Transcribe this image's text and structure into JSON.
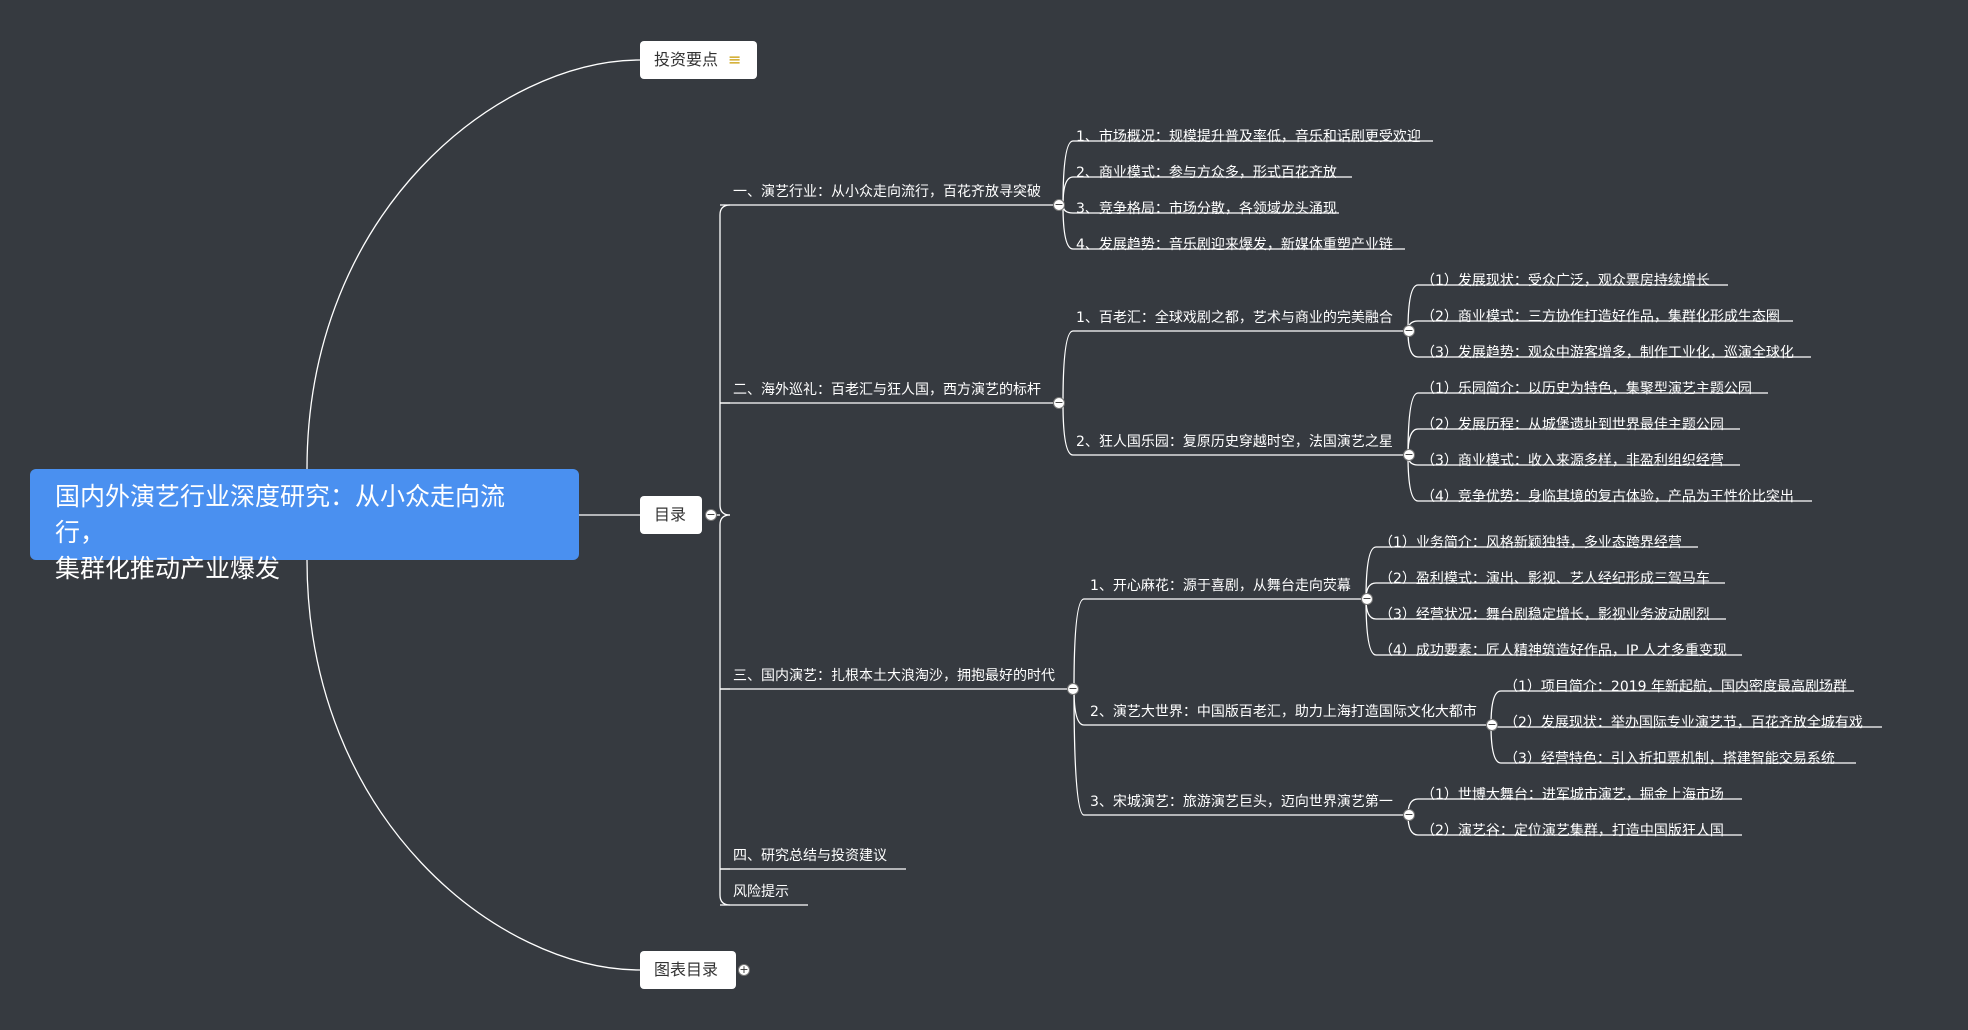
{
  "root": {
    "line1": "国内外演艺行业深度研究：从小众走向流行，",
    "line2": "集群化推动产业爆发"
  },
  "level1": {
    "investment": "投资要点",
    "notes_icon": "notes-icon",
    "toc": "目录",
    "charts": "图表目录"
  },
  "sections": {
    "s1": {
      "label": "一、演艺行业：从小众走向流行，百花齐放寻突破",
      "items": [
        "1、市场概况：规模提升普及率低，音乐和话剧更受欢迎",
        "2、商业模式：参与方众多，形式百花齐放",
        "3、竞争格局：市场分散，各领域龙头涌现",
        "4、发展趋势：音乐剧迎来爆发，新媒体重塑产业链"
      ]
    },
    "s2": {
      "label": "二、海外巡礼：百老汇与狂人国，西方演艺的标杆",
      "a": {
        "label": "1、百老汇：全球戏剧之都，艺术与商业的完美融合",
        "items": [
          "（1）发展现状：受众广泛，观众票房持续增长",
          "（2）商业模式：三方协作打造好作品，集群化形成生态圈",
          "（3）发展趋势：观众中游客增多，制作工业化，巡演全球化"
        ]
      },
      "b": {
        "label": "2、狂人国乐园：复原历史穿越时空，法国演艺之星",
        "items": [
          "（1）乐园简介：以历史为特色，集聚型演艺主题公园",
          "（2）发展历程：从城堡遗址到世界最佳主题公园",
          "（3）商业模式：收入来源多样，非盈利组织经营",
          "（4）竞争优势：身临其境的复古体验，产品为王性价比突出"
        ]
      }
    },
    "s3": {
      "label": "三、国内演艺：扎根本土大浪淘沙，拥抱最好的时代",
      "a": {
        "label": "1、开心麻花：源于喜剧，从舞台走向荧幕",
        "items": [
          "（1）业务简介：风格新颖独特，多业态跨界经营",
          "（2）盈利模式：演出、影视、艺人经纪形成三驾马车",
          "（3）经营状况：舞台剧稳定增长，影视业务波动剧烈",
          "（4）成功要素：匠人精神筑造好作品，IP 人才多重变现"
        ]
      },
      "b": {
        "label": "2、演艺大世界：中国版百老汇，助力上海打造国际文化大都市",
        "items": [
          "（1）项目简介：2019 年新起航，国内密度最高剧场群",
          "（2）发展现状：举办国际专业演艺节，百花齐放全城有戏",
          "（3）经营特色：引入折扣票机制，搭建智能交易系统"
        ]
      },
      "c": {
        "label": "3、宋城演艺：旅游演艺巨头，迈向世界演艺第一",
        "items": [
          "（1）世博大舞台：进军城市演艺，掘金上海市场",
          "（2）演艺谷：定位演艺集群，打造中国版狂人国"
        ]
      }
    },
    "s4": {
      "label": "四、研究总结与投资建议"
    },
    "s5": {
      "label": "风险提示"
    }
  },
  "toggles": {
    "collapse": "−",
    "expand": "+"
  },
  "colors": {
    "background": "#363a40",
    "root": "#4a90f0",
    "line": "#ffffff"
  }
}
